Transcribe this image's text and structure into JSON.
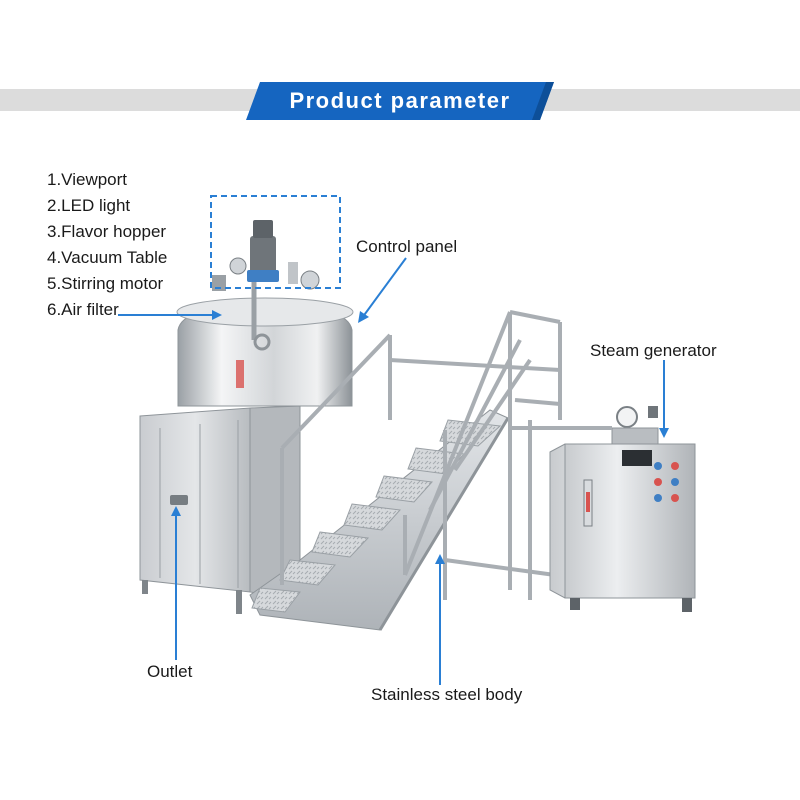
{
  "header": {
    "title": "Product parameter",
    "accent_color": "#1565c0",
    "band_color": "#dcdcdc"
  },
  "feature_list": [
    "1.Viewport",
    "2.LED light",
    "3.Flavor hopper",
    "4.Vacuum Table",
    "5.Stirring motor",
    "6.Air filter"
  ],
  "callouts": {
    "control_panel": "Control panel",
    "steam_generator": "Steam generator",
    "outlet": "Outlet",
    "stainless_steel_body": "Stainless steel body"
  },
  "colors": {
    "arrow": "#2a7fd4",
    "steel_light": "#eef0f2",
    "steel_mid": "#c4c8cc",
    "steel_dark": "#8e9499"
  }
}
